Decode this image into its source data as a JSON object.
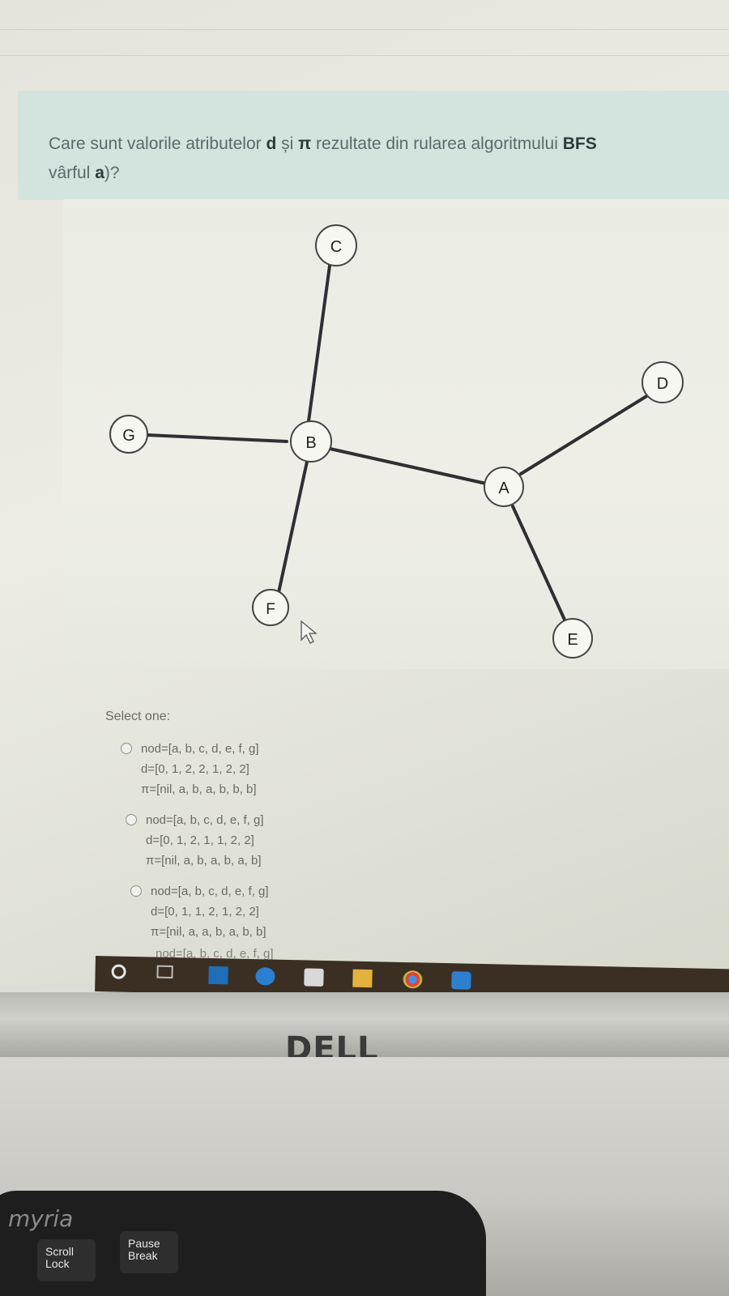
{
  "question": {
    "part1": "Care sunt valorile atributelor ",
    "bold_d": "d",
    "part2": " și ",
    "bold_pi": "π",
    "part3": " rezultate din rularea algoritmului ",
    "bold_bfs": "BFS",
    "line2_part1": "vârful ",
    "bold_a": "a",
    "line2_part2": ")?"
  },
  "graph": {
    "nodes": [
      "A",
      "B",
      "C",
      "D",
      "E",
      "F",
      "G"
    ],
    "edges": [
      [
        "B",
        "C"
      ],
      [
        "B",
        "G"
      ],
      [
        "B",
        "F"
      ],
      [
        "B",
        "A"
      ],
      [
        "A",
        "D"
      ],
      [
        "A",
        "E"
      ]
    ]
  },
  "answers": {
    "select_label": "Select one:",
    "options": [
      {
        "nod": "nod=[a, b, c, d, e, f, g]",
        "d": "d=[0, 1, 2, 2, 1, 2, 2]",
        "pi": "π=[nil, a, b, a, b, b, b]"
      },
      {
        "nod": "nod=[a, b, c, d, e, f, g]",
        "d": "d=[0, 1, 2, 1, 1, 2, 2]",
        "pi": "π=[nil, a, b, a, b, a, b]"
      },
      {
        "nod": "nod=[a, b, c, d, e, f, g]",
        "d": "d=[0, 1, 1, 2, 1, 2, 2]",
        "pi": "π=[nil, a, a, b, a, b, b]"
      },
      {
        "nod": "nod=[a, b, c, d, e, f, g]"
      }
    ]
  },
  "taskbar": {
    "icons": [
      "start-icon",
      "task-view-icon",
      "mail-icon",
      "edge-icon",
      "store-icon",
      "file-explorer-icon",
      "chrome-icon",
      "app-icon"
    ]
  },
  "monitor": {
    "brand": "DELL"
  },
  "keyboard": {
    "brand": "myria",
    "keys": [
      "Scroll Lock",
      "Pause Break"
    ]
  },
  "colors": {
    "question_bg": "#d3e3de",
    "taskbar_bg": "#3b2f24",
    "edge_color": "#2f2f33"
  }
}
